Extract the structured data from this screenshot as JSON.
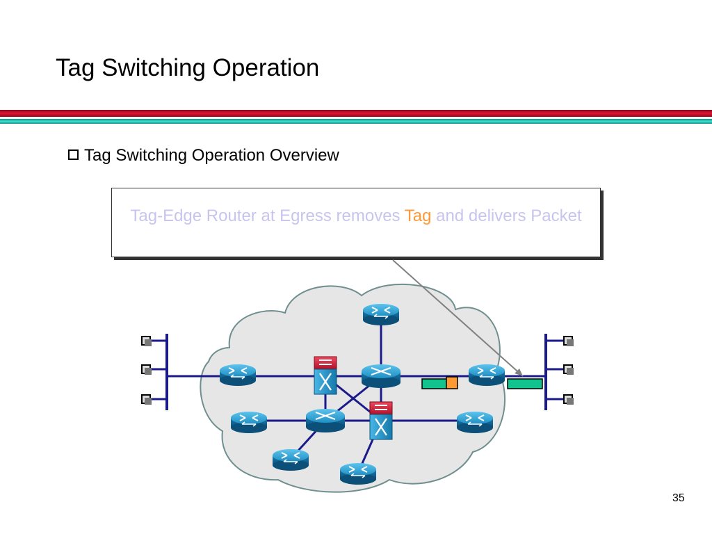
{
  "slide": {
    "title": "Tag Switching Operation",
    "page_number": "35"
  },
  "bullet": {
    "text": "Tag Switching Operation Overview"
  },
  "callout": {
    "text_before": "Tag-Edge Router at Egress removes ",
    "highlight": "Tag",
    "text_after": " and delivers Packet"
  },
  "colors": {
    "title_bar_red": "#c4122f",
    "title_bar_teal": "#22b5a8",
    "callout_text": "#c8c4ee",
    "tag_highlight": "#ff9933",
    "cloud_fill": "#e6e6e6",
    "link": "#1a1a8a",
    "router": "#1f8fc4",
    "tag_switch": "#c4122f",
    "packet": "#11c48e",
    "tag": "#ff9933"
  },
  "diagram": {
    "devices": [
      "router",
      "router",
      "router",
      "router",
      "router",
      "router",
      "router",
      "atm-switch",
      "atm-switch",
      "tag-switch",
      "tag-switch",
      "host",
      "host",
      "host",
      "host",
      "host",
      "host"
    ]
  }
}
